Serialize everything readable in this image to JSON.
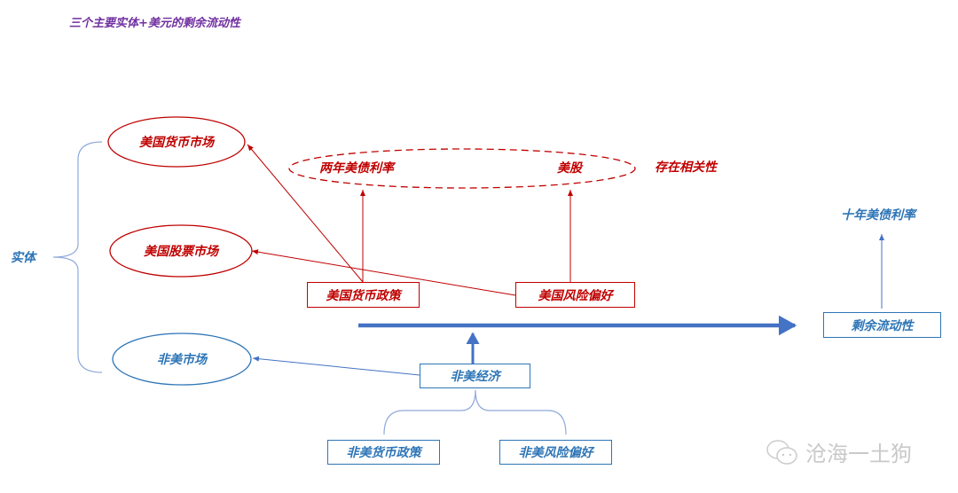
{
  "title": "三个主要实体+美元的剩余流动性",
  "entity_label": "实体",
  "markets": {
    "us_money": "美国货币市场",
    "us_stock": "美国股票市场",
    "non_us": "非美市场"
  },
  "correlation": {
    "left": "两年美债利率",
    "right": "美股",
    "note": "存在相关性"
  },
  "drivers": {
    "us_policy": "美国货币政策",
    "us_risk": "美国风险偏好",
    "non_us_economy": "非美经济",
    "non_us_policy": "非美货币政策",
    "non_us_risk": "非美风险偏好"
  },
  "liquidity": "剩余流动性",
  "ten_year": "十年美债利率",
  "watermark": "沧海一土狗",
  "colors": {
    "red": "#c00000",
    "blue": "#2e75b6",
    "arrow": "#4472c4",
    "title": "#7030a0"
  }
}
